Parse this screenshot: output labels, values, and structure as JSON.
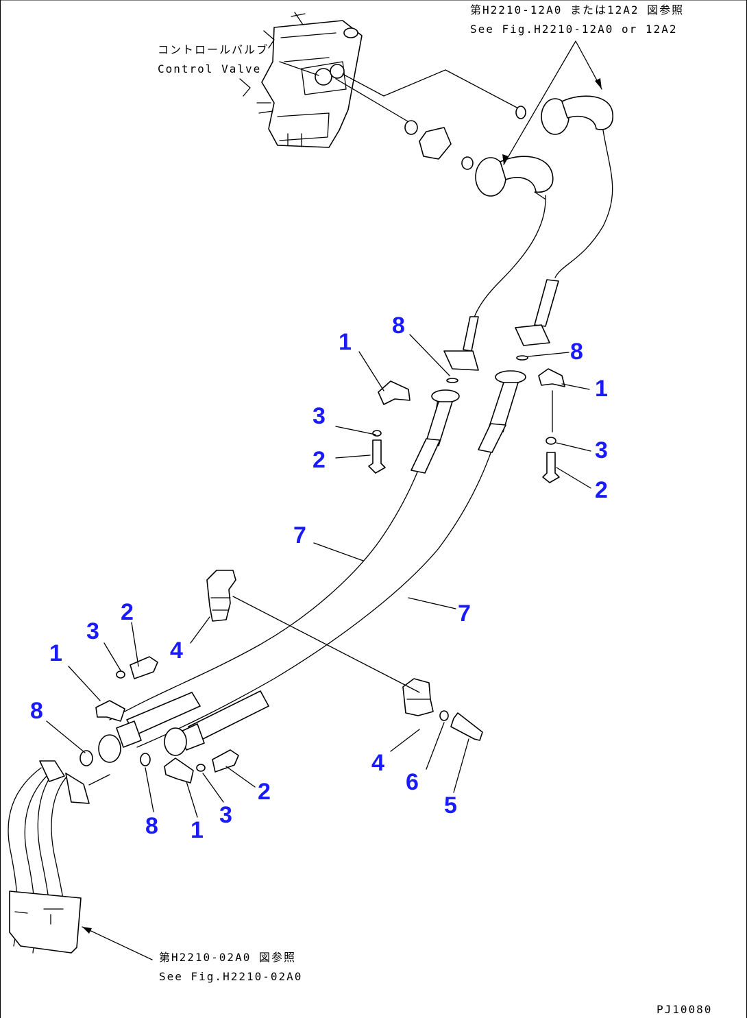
{
  "labels": {
    "control_valve_jp": "コントロールバルブ",
    "control_valve_en": "Control Valve",
    "ref_top_jp": "第H2210-12A0 または12A2 図参照",
    "ref_top_en": "See Fig.H2210-12A0 or 12A2",
    "ref_bottom_jp": "第H2210-02A0 図参照",
    "ref_bottom_en": "See Fig.H2210-02A0",
    "drawing_code": "PJ10080"
  },
  "callouts": {
    "c1a": "1",
    "c1b": "1",
    "c1c": "1",
    "c1d": "1",
    "c2a": "2",
    "c2b": "2",
    "c2c": "2",
    "c2d": "2",
    "c3a": "3",
    "c3b": "3",
    "c3c": "3",
    "c3d": "3",
    "c4a": "4",
    "c4b": "4",
    "c5": "5",
    "c6": "6",
    "c7a": "7",
    "c7b": "7",
    "c8a": "8",
    "c8b": "8",
    "c8c": "8",
    "c8d": "8"
  }
}
